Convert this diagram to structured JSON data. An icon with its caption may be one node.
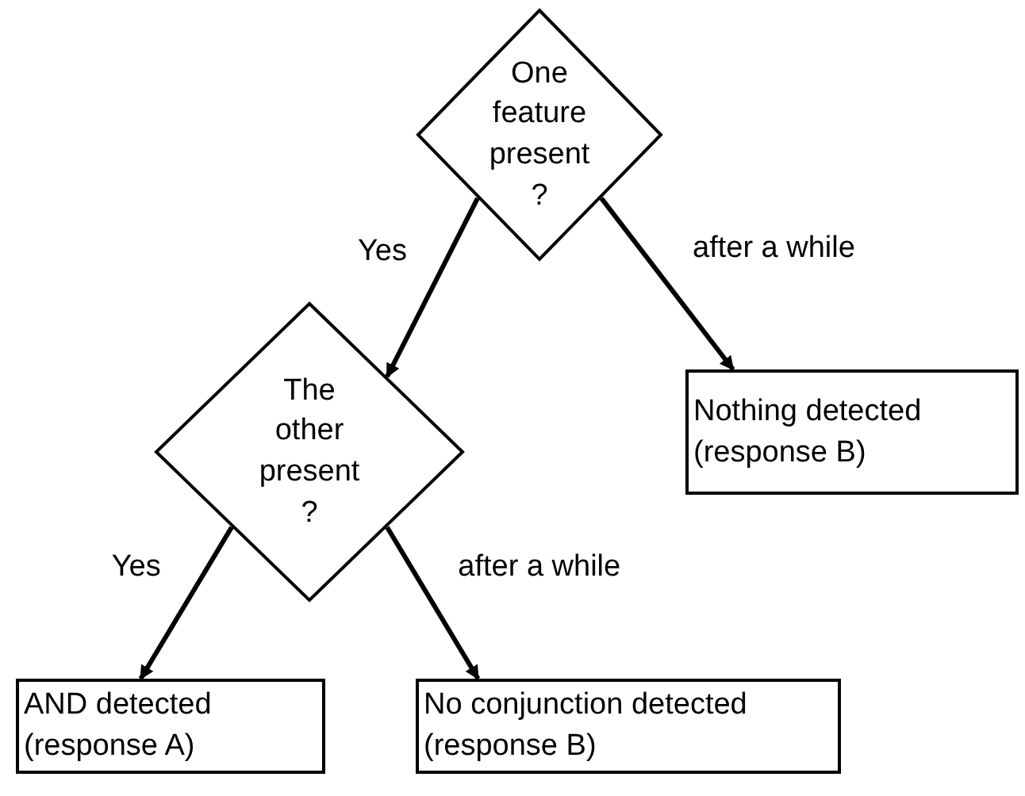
{
  "diagram": {
    "nodes": [
      {
        "text": [
          "One feature present ?"
        ]
      },
      {
        "text": [
          "The other present ?"
        ]
      },
      {
        "text": [
          "Nothing detected (response B)"
        ]
      },
      {
        "text": [
          "AND detected (response A)"
        ]
      },
      {
        "text": [
          "No conjunction detected (response B)"
        ]
      }
    ],
    "edges": [
      {
        "from": 0,
        "to": 1,
        "arrow": "to",
        "label": "Yes"
      },
      {
        "from": 0,
        "to": 2,
        "arrow": "to",
        "label": "after a while"
      },
      {
        "from": 1,
        "to": 3,
        "arrow": "to",
        "label": "Yes"
      },
      {
        "from": 1,
        "to": 4,
        "arrow": "to",
        "label": "after a while"
      }
    ]
  }
}
